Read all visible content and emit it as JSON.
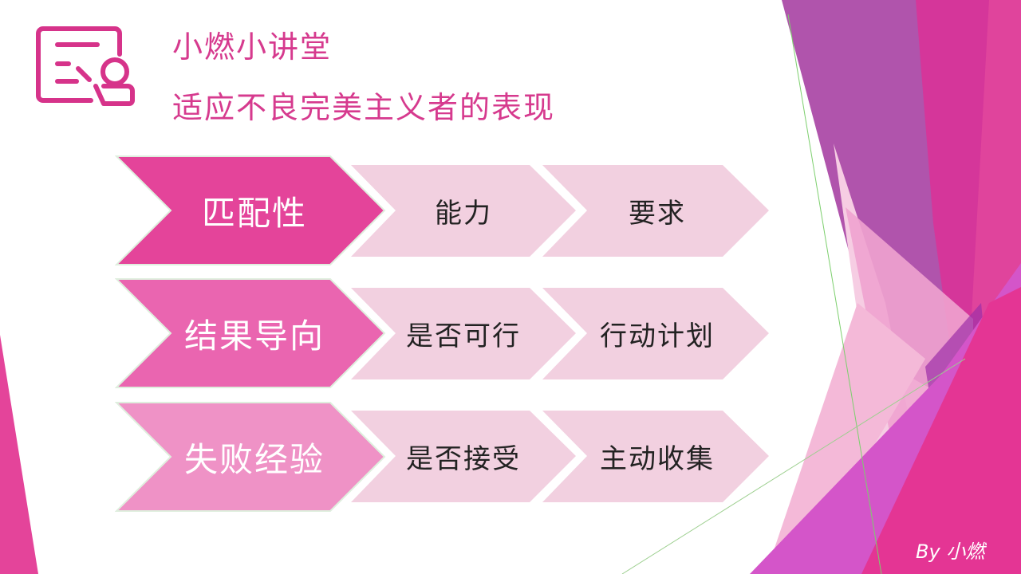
{
  "slide": {
    "brand_title": "小燃小讲堂",
    "subtitle": "适应不良完美主义者的表现",
    "author": "By 小燃",
    "logo_icon": "presenter-board-icon"
  },
  "colors": {
    "accent": "#d63a8e",
    "row1_main": "#e4449a",
    "row2_main": "#ea65b0",
    "row3_main": "#ef92c6",
    "sub_chevron": "#f2d0e0"
  },
  "rows": [
    {
      "main": "匹配性",
      "sub1": "能力",
      "sub2": "要求"
    },
    {
      "main": "结果导向",
      "sub1": "是否可行",
      "sub2": "行动计划"
    },
    {
      "main": "失败经验",
      "sub1": "是否接受",
      "sub2": "主动收集"
    }
  ]
}
